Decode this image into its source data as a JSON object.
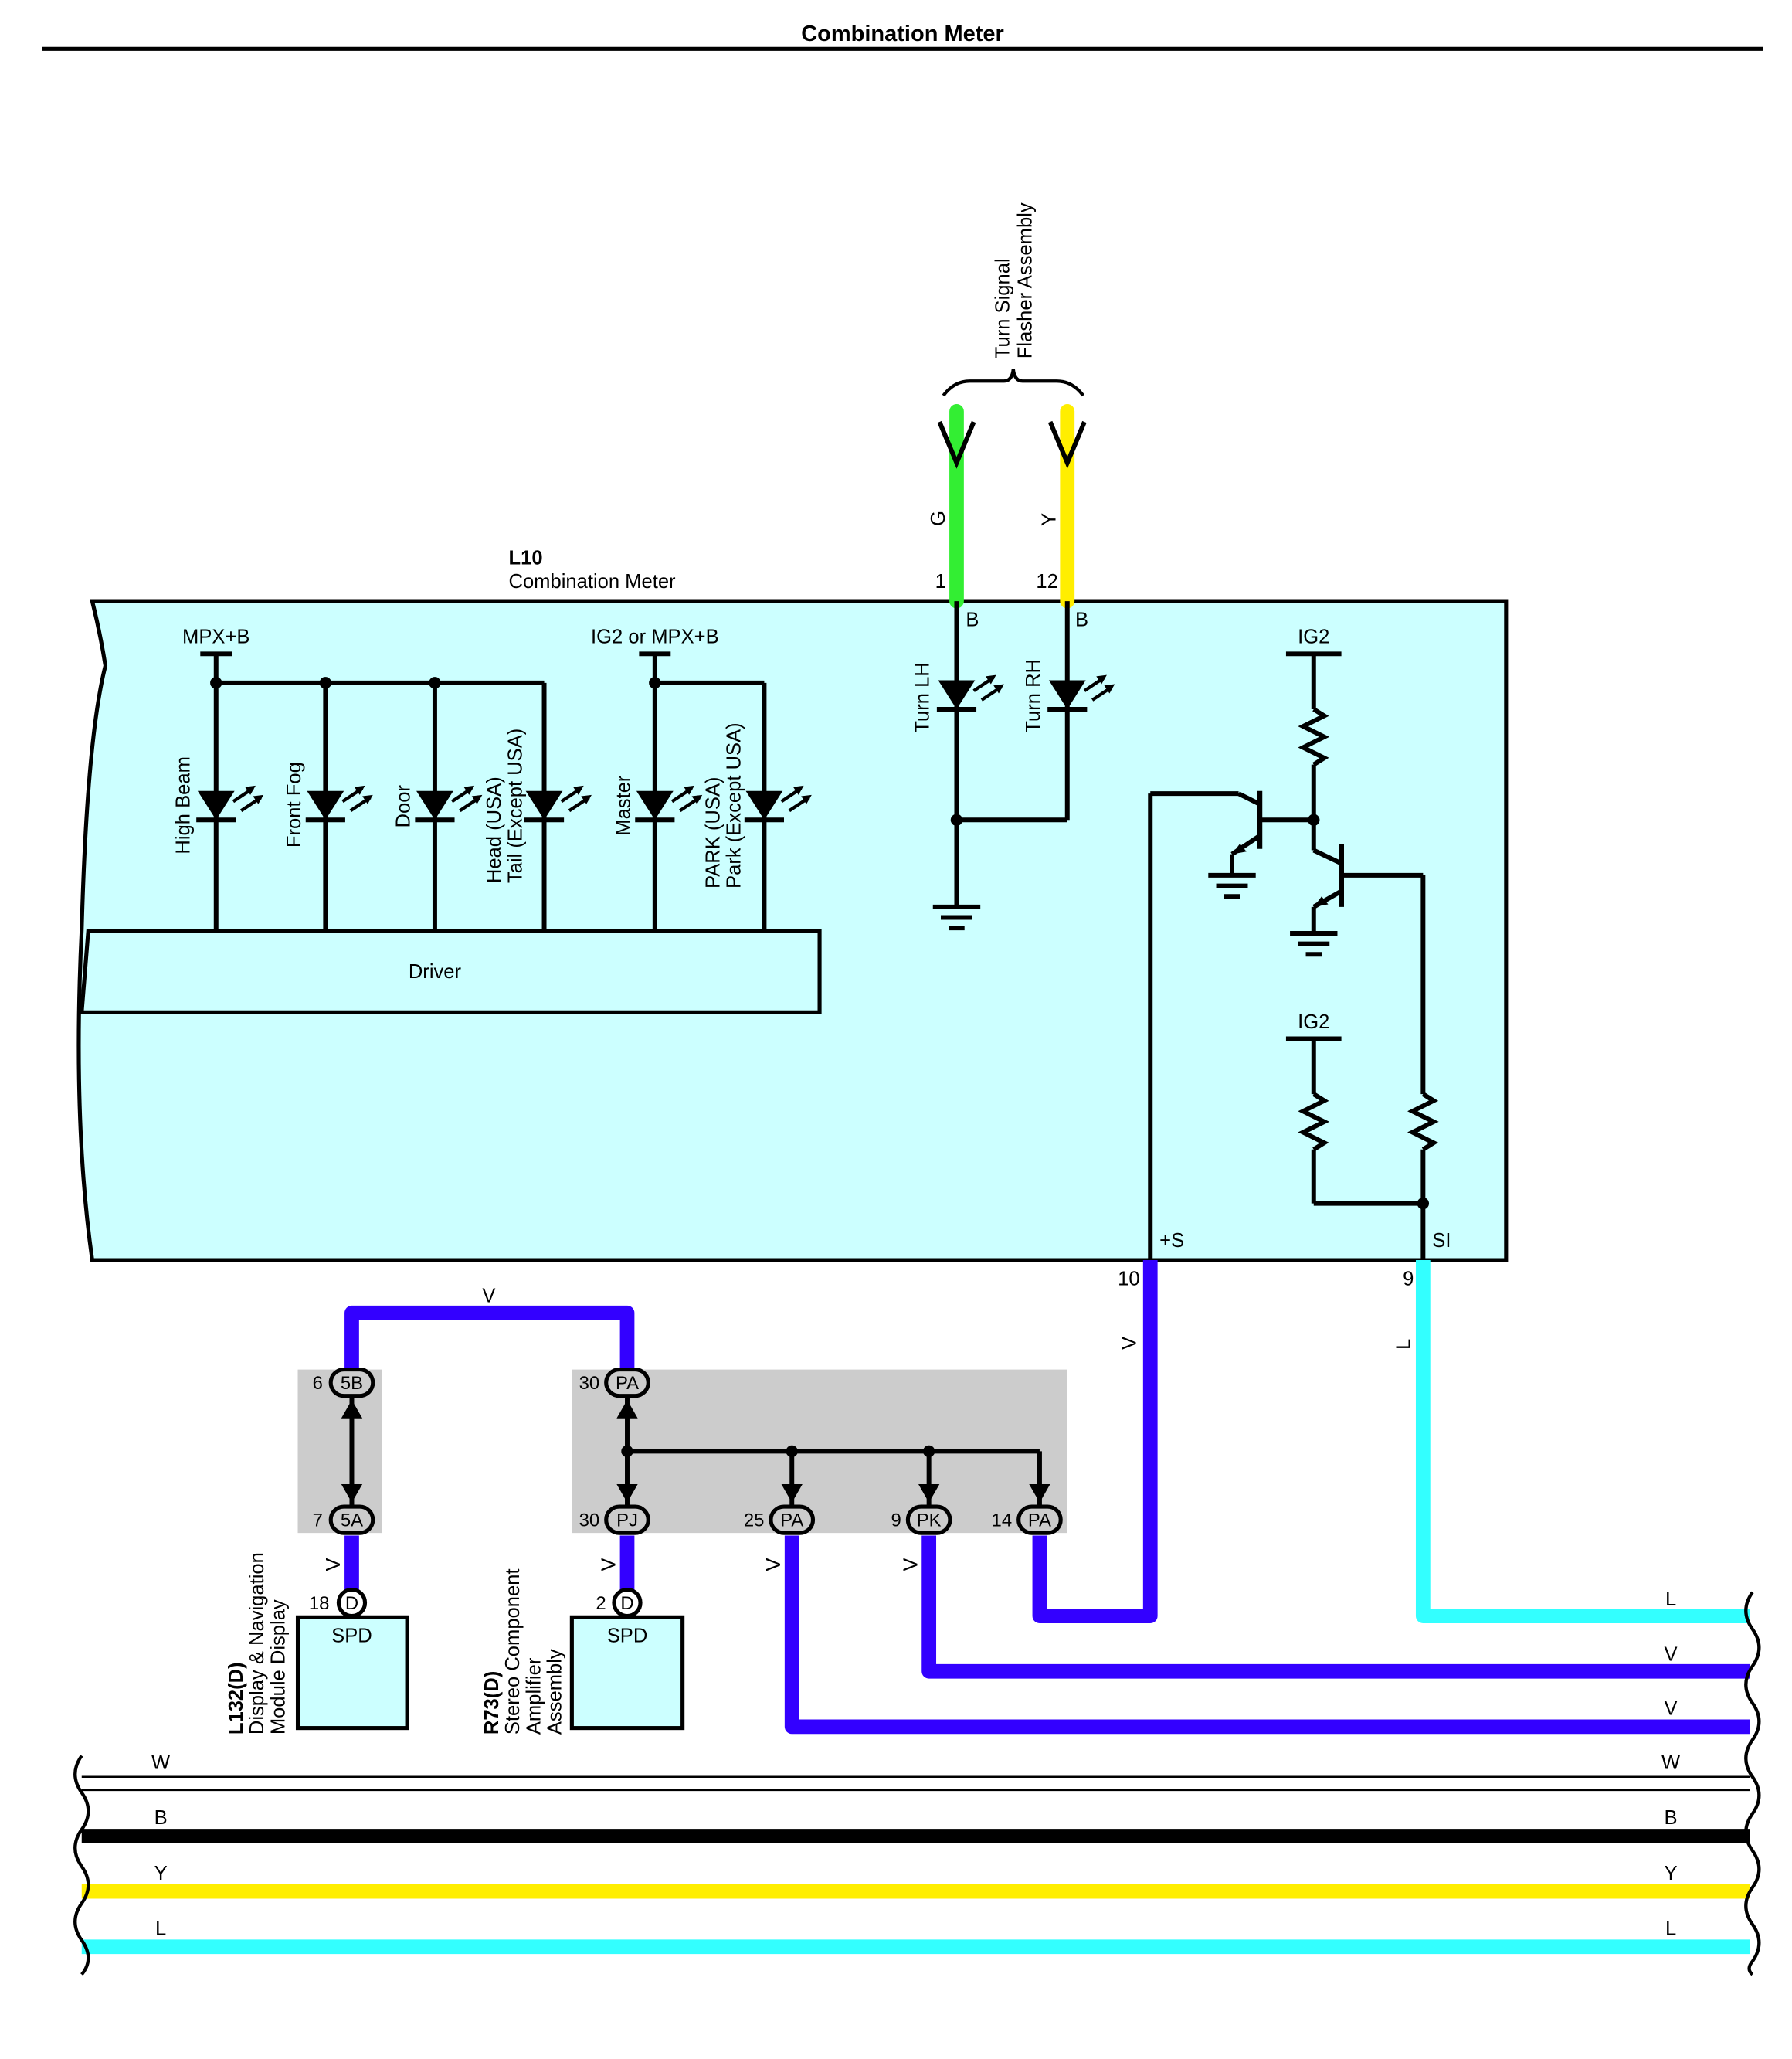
{
  "title": "Combination Meter",
  "colors": {
    "meter_bg": "#ccffff",
    "splice_bg": "#cccccc",
    "wire_violet": "#3300ff",
    "wire_cyan": "#33ffff",
    "wire_green": "#33ee33",
    "wire_yellow": "#ffee00",
    "wire_black": "#000000",
    "wire_white": "#ffffff"
  },
  "meter": {
    "code": "L10",
    "name": "Combination Meter",
    "driver_label": "Driver",
    "power_left": "MPX+B",
    "power_mid": "IG2 or MPX+B",
    "ig2_top": "IG2",
    "ig2_bottom": "IG2",
    "lamps": [
      "High Beam",
      "Front Fog",
      "Door",
      "Head (USA)",
      "Tail (Except USA)",
      "Master",
      "PARK (USA)",
      "Park (Except USA)"
    ],
    "turn_lh": "Turn LH",
    "turn_rh": "Turn RH",
    "connector_b1": "B",
    "connector_b2": "B",
    "pin_s_label": "+S",
    "pin_si_label": "SI",
    "pin_1": "1",
    "pin_12": "12",
    "pin_10": "10",
    "pin_9": "9"
  },
  "flasher": {
    "line1": "Turn Signal",
    "line2": "Flasher Assembly",
    "wire_g": "G",
    "wire_y": "Y"
  },
  "wires": {
    "v_top": "V",
    "v_pin10": "V",
    "l_pin9": "L",
    "v_5a": "V",
    "v_pj": "V",
    "v_pa25": "V",
    "v_pk": "V"
  },
  "junctions": {
    "j1_top_pin": "6",
    "j1_top_tag": "5B",
    "j1_bot_pin": "7",
    "j1_bot_tag": "5A",
    "j2_top_pin": "30",
    "j2_top_tag": "PA",
    "j2_pj_pin": "30",
    "j2_pj_tag": "PJ",
    "j2_pa25_pin": "25",
    "j2_pa25_tag": "PA",
    "j2_pk_pin": "9",
    "j2_pk_tag": "PK",
    "j2_pa14_pin": "14",
    "j2_pa14_tag": "PA"
  },
  "components": {
    "display": {
      "pin": "18",
      "conn": "D",
      "box_label": "SPD",
      "code": "L132(D)",
      "name1": "Display & Navigation",
      "name2": "Module Display"
    },
    "amp": {
      "pin": "2",
      "conn": "D",
      "box_label": "SPD",
      "code": "R73(D)",
      "name1": "Stereo Component",
      "name2": "Amplifier",
      "name3": "Assembly"
    }
  },
  "bus_labels": {
    "right_l_top": "L",
    "right_v_1": "V",
    "right_v_2": "V",
    "w_left": "W",
    "w_right": "W",
    "b_left": "B",
    "b_right": "B",
    "y_left": "Y",
    "y_right": "Y",
    "l_left": "L",
    "l_right": "L"
  }
}
